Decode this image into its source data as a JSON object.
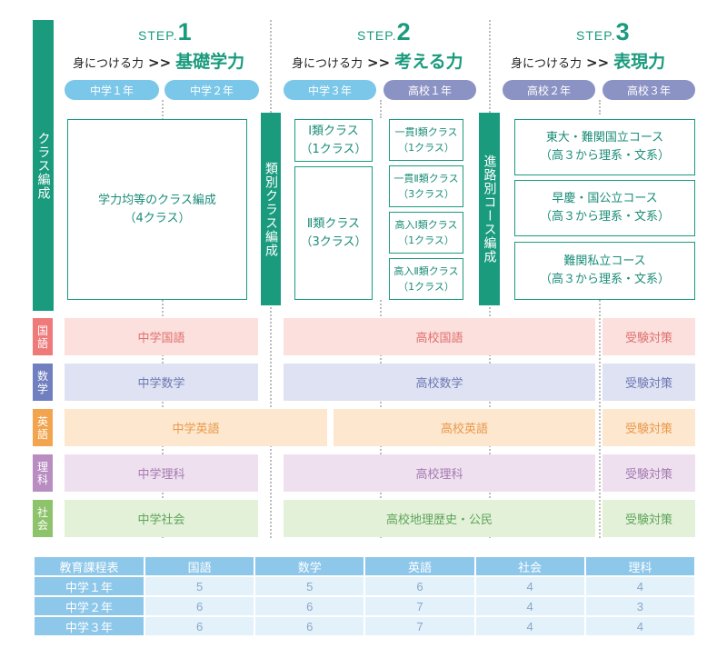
{
  "side_label": "クラス編成",
  "steps": [
    {
      "word": "STEP.",
      "num": "1",
      "goal_pre": "身につける力",
      "arrow": ">>",
      "goal": "基礎学力",
      "grades": [
        "中学１年",
        "中学２年"
      ]
    },
    {
      "word": "STEP.",
      "num": "2",
      "goal_pre": "身につける力",
      "arrow": ">>",
      "goal": "考える力",
      "grades": [
        "中学３年",
        "高校１年"
      ]
    },
    {
      "word": "STEP.",
      "num": "3",
      "goal_pre": "身につける力",
      "arrow": ">>",
      "goal": "表現力",
      "grades": [
        "高校２年",
        "高校３年"
      ]
    }
  ],
  "classes": {
    "step1_box": [
      "学力均等のクラス編成",
      "（4クラス）"
    ],
    "step2_label": "類別クラス編成",
    "step2_class1": [
      "Ⅰ類クラス",
      "（1クラス）"
    ],
    "step2_class2": [
      "Ⅱ類クラス",
      "（3クラス）"
    ],
    "step2_hs": [
      [
        "一貫Ⅰ類クラス",
        "（1クラス）"
      ],
      [
        "一貫Ⅱ類クラス",
        "（3クラス）"
      ],
      [
        "高入Ⅰ類クラス",
        "（1クラス）"
      ],
      [
        "高入Ⅱ類クラス",
        "（1クラス）"
      ]
    ],
    "step3_label": "進路別コース編成",
    "step3_courses": [
      [
        "東大・難関国立コース",
        "（高３から理系・文系）"
      ],
      [
        "早慶・国公立コース",
        "（高３から理系・文系）"
      ],
      [
        "難関私立コース",
        "（高３から理系・文系）"
      ]
    ]
  },
  "subjects": [
    {
      "tag": [
        "国",
        "語"
      ],
      "tag_color": "#ef7a7a",
      "band_color": "#fbe0de",
      "text_color": "#e0706c",
      "jh": "中学国語",
      "hs": "高校国語",
      "exam": "受験対策"
    },
    {
      "tag": [
        "数",
        "学"
      ],
      "tag_color": "#6f7fc0",
      "band_color": "#dfe2f2",
      "text_color": "#6b78b4",
      "jh": "中学数学",
      "hs": "高校数学",
      "exam": "受験対策"
    },
    {
      "tag": [
        "英",
        "語"
      ],
      "tag_color": "#f2a44e",
      "band_color": "#fde7cf",
      "text_color": "#e8994a",
      "jh": "中学英語",
      "hs": "高校英語",
      "exam": "受験対策"
    },
    {
      "tag": [
        "理",
        "科"
      ],
      "tag_color": "#b98dc2",
      "band_color": "#efe0f0",
      "text_color": "#a37bb0",
      "jh": "中学理科",
      "hs": "高校理科",
      "exam": "受験対策"
    },
    {
      "tag": [
        "社",
        "会"
      ],
      "tag_color": "#8dc36b",
      "band_color": "#e3f1d8",
      "text_color": "#5ea45a",
      "jh": "中学社会",
      "hs": "高校地理歴史・公民",
      "exam": "受験対策"
    }
  ],
  "curriculum": {
    "corner": "教育課程表",
    "headers": [
      "国語",
      "数学",
      "英語",
      "社会",
      "理科"
    ],
    "rows": [
      {
        "label": "中学１年",
        "values": [
          "5",
          "5",
          "6",
          "4",
          "4"
        ]
      },
      {
        "label": "中学２年",
        "values": [
          "6",
          "6",
          "7",
          "4",
          "3"
        ]
      },
      {
        "label": "中学３年",
        "values": [
          "6",
          "6",
          "7",
          "4",
          "4"
        ]
      }
    ]
  }
}
